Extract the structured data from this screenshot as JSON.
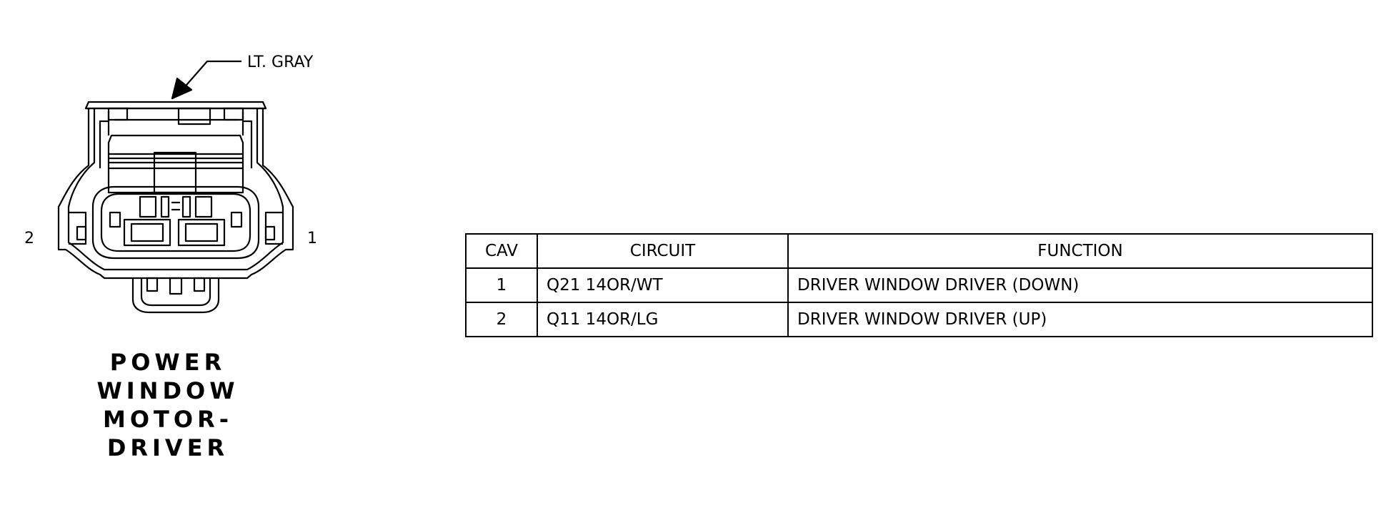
{
  "connector": {
    "color_callout": "LT. GRAY",
    "pin_left_label": "2",
    "pin_right_label": "1",
    "name_lines": [
      "POWER",
      "WINDOW",
      "MOTOR-",
      "DRIVER"
    ]
  },
  "table": {
    "headers": {
      "cav": "CAV",
      "circuit": "CIRCUIT",
      "function": "FUNCTION"
    },
    "rows": [
      {
        "cav": "1",
        "circuit": "Q21 14OR/WT",
        "function": "DRIVER WINDOW DRIVER (DOWN)"
      },
      {
        "cav": "2",
        "circuit": "Q11 14OR/LG",
        "function": "DRIVER WINDOW DRIVER (UP)"
      }
    ]
  }
}
